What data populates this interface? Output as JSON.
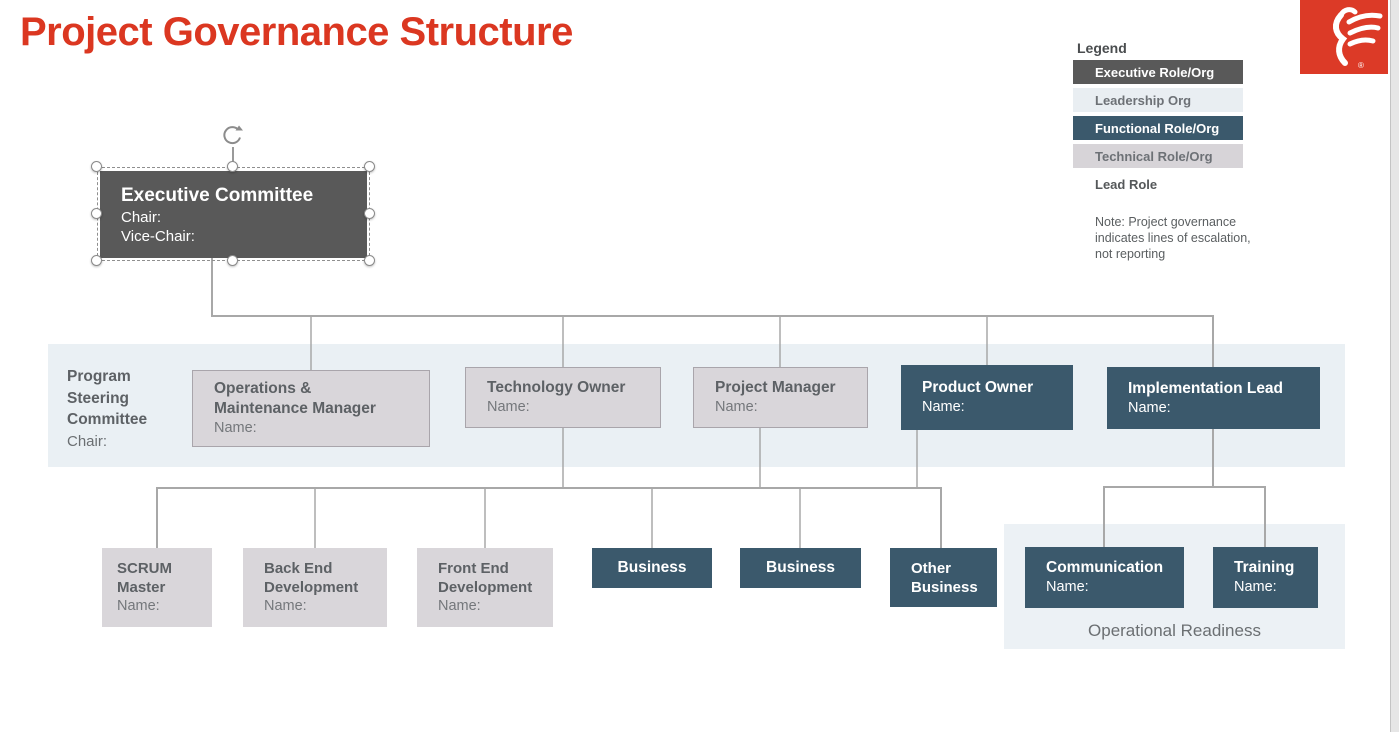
{
  "page": {
    "title": "Project Governance Structure"
  },
  "colors": {
    "title_red": "#DB3721",
    "logo_red": "#DC3A27",
    "executive_gray": "#595959",
    "leadership_light_blue": "#E9EEF2",
    "functional_slate": "#3B596C",
    "technical_lavender": "#D7D4D8",
    "panel_blue": "#EAF0F4",
    "connector_gray": "#A8A8A8"
  },
  "logo": {
    "icon": "phoenix-logo"
  },
  "legend": {
    "title": "Legend",
    "items": [
      {
        "label": "Executive Role/Org",
        "bg": "#595959",
        "fg": "#ffffff"
      },
      {
        "label": "Leadership Org",
        "bg": "#E9EEF2",
        "fg": "#6d7176"
      },
      {
        "label": "Functional Role/Org",
        "bg": "#3B596C",
        "fg": "#ffffff"
      },
      {
        "label": "Technical Role/Org",
        "bg": "#D7D4D8",
        "fg": "#6d7176"
      },
      {
        "label": "Lead Role",
        "bg": "transparent",
        "fg": "#55585a"
      }
    ],
    "note": "Note: Project governance indicates lines of escalation, not reporting"
  },
  "nodes": {
    "exec": {
      "title": "Executive Committee",
      "line1": "Chair:",
      "line2": "Vice-Chair:"
    },
    "psc": {
      "title": "Program Steering Committee",
      "chair": "Chair:"
    },
    "ops": {
      "title": "Operations & Maintenance Manager",
      "name": "Name:"
    },
    "tech": {
      "title": "Technology Owner",
      "name": "Name:"
    },
    "pm": {
      "title": "Project Manager",
      "name": "Name:"
    },
    "po": {
      "title": "Product Owner",
      "name": "Name:"
    },
    "impl": {
      "title": "Implementation Lead",
      "name": "Name:"
    },
    "scrum": {
      "title": "SCRUM Master",
      "name": "Name:"
    },
    "backend": {
      "title": "Back End Development",
      "name": "Name:"
    },
    "frontend": {
      "title": "Front End Development",
      "name": "Name:"
    },
    "biz1": {
      "title": "Business"
    },
    "biz2": {
      "title": "Business"
    },
    "otherbiz": {
      "title": "Other Business"
    },
    "comm": {
      "title": "Communication",
      "name": "Name:"
    },
    "training": {
      "title": "Training",
      "name": "Name:"
    },
    "opread_label": "Operational Readiness"
  }
}
